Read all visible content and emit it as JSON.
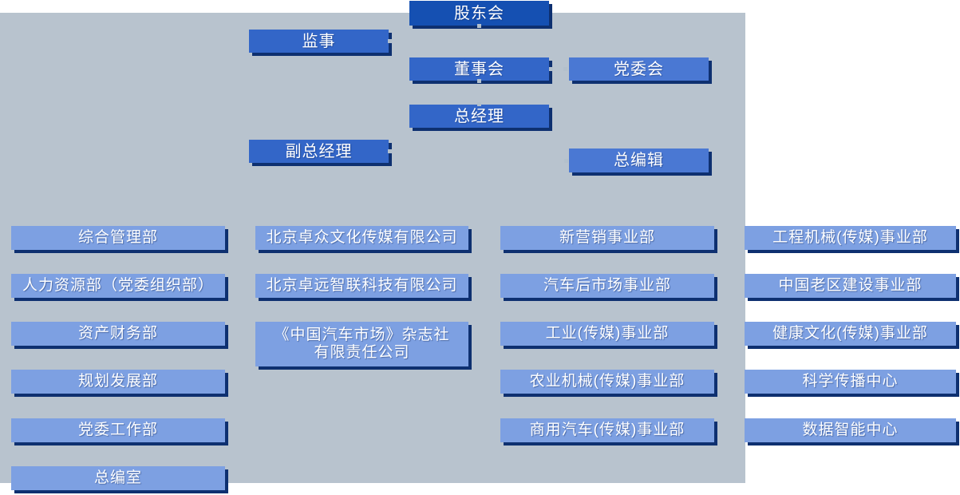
{
  "leadership": {
    "shareholders_meeting": "股东会",
    "supervisor": "监事",
    "board_of_directors": "董事会",
    "party_committee": "党委会",
    "general_manager": "总经理",
    "deputy_general_manager": "副总经理",
    "editor_in_chief": "总编辑"
  },
  "departments": {
    "column1": [
      "综合管理部",
      "人力资源部（党委组织部）",
      "资产财务部",
      "规划发展部",
      "党委工作部",
      "总编室"
    ],
    "column2": [
      "北京卓众文化传媒有限公司",
      "北京卓远智联科技有限公司",
      "《中国汽车市场》杂志社\n有限责任公司"
    ],
    "column3": [
      "新营销事业部",
      "汽车后市场事业部",
      "工业(传媒)事业部",
      "农业机械(传媒)事业部",
      "商用汽车(传媒)事业部"
    ],
    "column4": [
      "工程机械(传媒)事业部",
      "中国老区建设事业部",
      "健康文化(传媒)事业部",
      "科学传播中心",
      "数据智能中心"
    ]
  },
  "colors": {
    "background_gray": "#B8C3CE",
    "node_root_blue": "#1550B2",
    "node_mid_blue": "#3366C8",
    "node_mid_alt_blue": "#4A78D3",
    "node_dept_blue": "#7DA0E2",
    "shadow_navy": "#0E3070",
    "text_white": "#FFFFFF"
  }
}
